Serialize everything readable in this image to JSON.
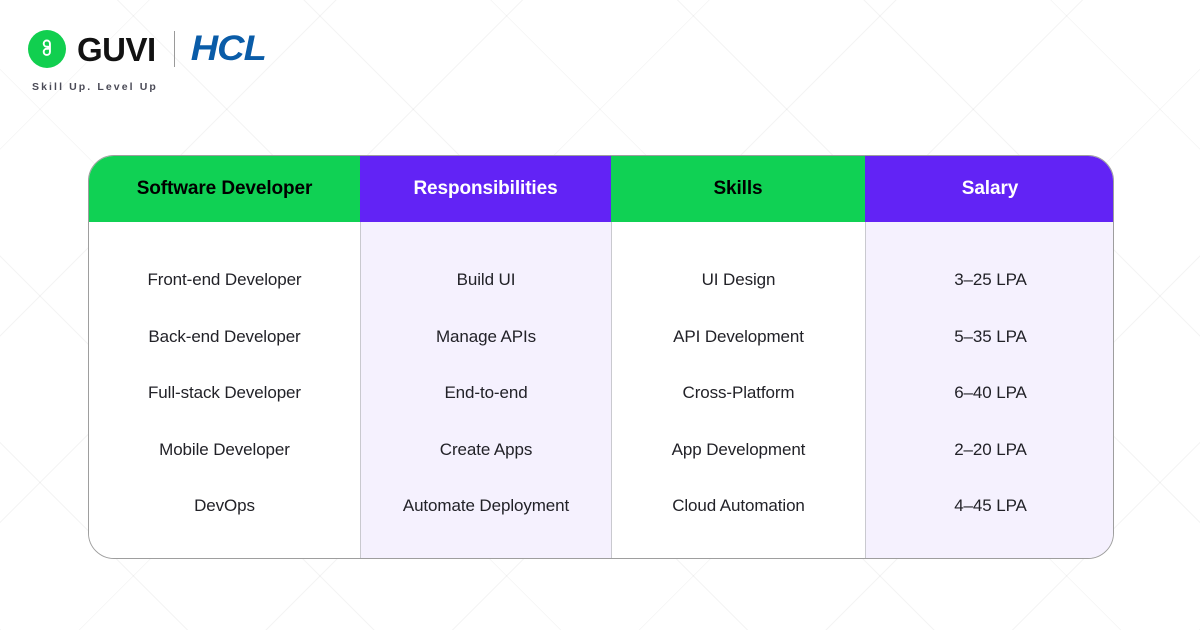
{
  "brand": {
    "guvi_name": "GUVI",
    "guvi_icon": "guvi-g-mark",
    "partner_name": "HCL",
    "tagline": "Skill Up. Level Up",
    "colors": {
      "guvi_green": "#11cf4f",
      "hcl_blue": "#0a5ca8"
    }
  },
  "table": {
    "columns": [
      {
        "label": "Software Developer",
        "header_bg": "#10d154",
        "header_fg": "#000000",
        "body_bg": "#ffffff"
      },
      {
        "label": "Responsibilities",
        "header_bg": "#6223f5",
        "header_fg": "#ffffff",
        "body_bg": "#f5f1fe"
      },
      {
        "label": "Skills",
        "header_bg": "#10d154",
        "header_fg": "#000000",
        "body_bg": "#ffffff"
      },
      {
        "label": "Salary",
        "header_bg": "#6223f5",
        "header_fg": "#ffffff",
        "body_bg": "#f5f1fe"
      }
    ],
    "rows": [
      {
        "role": "Front-end Developer",
        "responsibility": "Build UI",
        "skill": "UI Design",
        "salary": "3–25 LPA"
      },
      {
        "role": "Back-end Developer",
        "responsibility": "Manage APIs",
        "skill": "API Development",
        "salary": "5–35 LPA"
      },
      {
        "role": "Full-stack Developer",
        "responsibility": "End-to-end",
        "skill": "Cross-Platform",
        "salary": "6–40 LPA"
      },
      {
        "role": "Mobile Developer",
        "responsibility": "Create Apps",
        "skill": "App Development",
        "salary": "2–20 LPA"
      },
      {
        "role": "DevOps",
        "responsibility": "Automate Deployment",
        "skill": "Cloud Automation",
        "salary": "4–45 LPA"
      }
    ]
  }
}
